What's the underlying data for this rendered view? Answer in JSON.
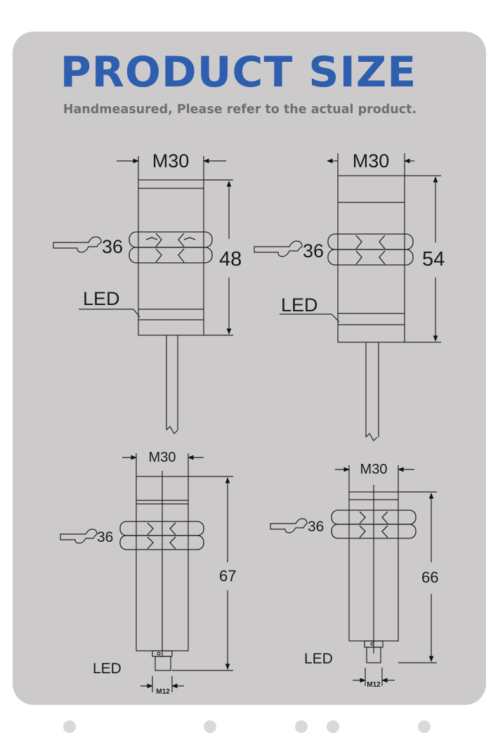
{
  "page": {
    "title": "PRODUCT SIZE",
    "subtitle": "Handmeasured, Please refer to the actual product."
  },
  "diagrams": [
    {
      "thread": "M30",
      "nut": "36",
      "length": "48",
      "led": "LED"
    },
    {
      "thread": "M30",
      "nut": "36",
      "length": "54",
      "led": "LED"
    },
    {
      "thread": "M30",
      "nut": "36",
      "length": "67",
      "led": "LED",
      "connector": "M12"
    },
    {
      "thread": "M30",
      "nut": "36",
      "length": "66",
      "led": "LED",
      "connector": "M12"
    }
  ],
  "colors": {
    "title": "#2e5fae",
    "card": "#cdcacb",
    "subtitle": "#6f6f6f"
  }
}
